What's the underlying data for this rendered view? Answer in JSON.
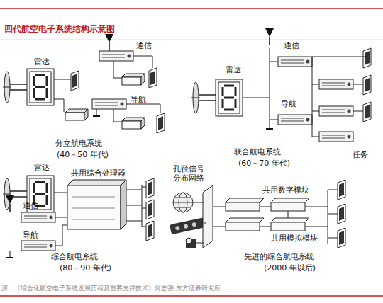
{
  "diagram": {
    "title": "四代航空电子系统结构示意图",
    "caption": "源：《综合化航空电子系统发展历程及重要支撑技术》何志强  东方证券研究所",
    "labels": [
      "雷达",
      "通信",
      "导航",
      "分立航电系统",
      "(40－50 年代)",
      "雷达",
      "通信",
      "导航",
      "联合航电系统",
      "(60－70 年代)",
      "任务",
      "雷达",
      "共用综合处理器",
      "通信",
      "导航",
      "综合航电系统",
      "(80－90 年代)",
      "孔径信号 分布网络",
      "共用数字模块",
      "共用模拟模块",
      "先进的综合航电系统",
      "(2000 年以后)"
    ]
  }
}
